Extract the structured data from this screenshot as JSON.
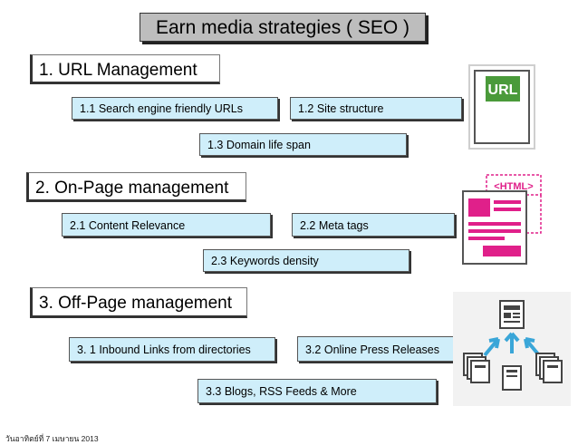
{
  "title": "Earn media strategies ( SEO )",
  "sections": [
    {
      "heading": "1. URL Management",
      "items": [
        "1.1 Search engine friendly URLs",
        "1.2 Site structure",
        "1.3 Domain life span"
      ],
      "icon": "url-document-icon",
      "icon_text": "URL"
    },
    {
      "heading": "2. On-Page management",
      "items": [
        "2.1 Content Relevance",
        "2.2 Meta tags",
        "2.3 Keywords density"
      ],
      "icon": "html-page-icon",
      "icon_text": "<HTML>"
    },
    {
      "heading": "3. Off-Page management",
      "items": [
        "3. 1 Inbound Links from directories",
        "3.2 Online Press Releases",
        "3.3 Blogs, RSS Feeds & More"
      ],
      "icon": "inbound-links-network-icon"
    }
  ],
  "footer": "วันอาทิตย์ที่ 7 เมษายน 2013",
  "colors": {
    "title_bg": "#bdbdbd",
    "item_bg": "#cfeefa",
    "url_badge": "#4a9a3a",
    "html_accent": "#e0208a",
    "arrow": "#3aa6d8"
  }
}
